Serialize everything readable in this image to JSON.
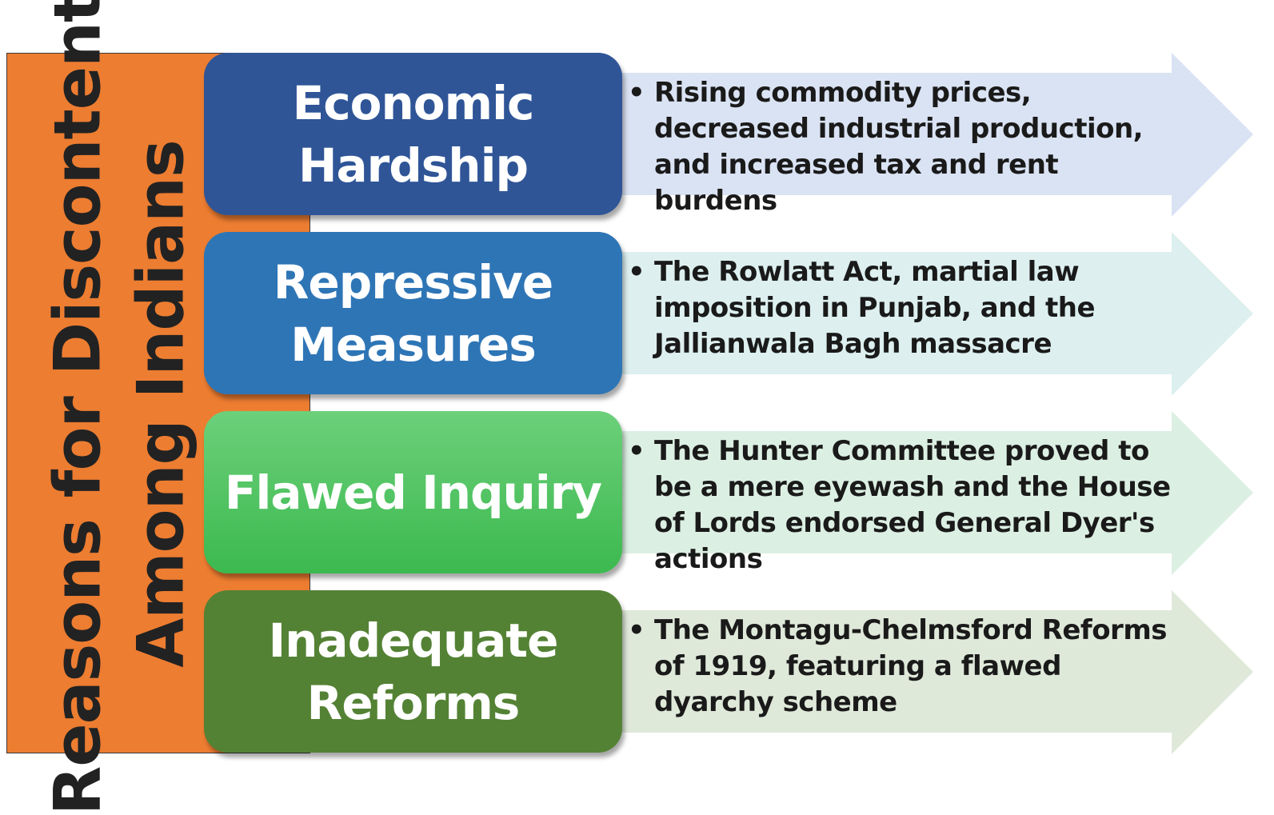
{
  "title": {
    "line1": "Reasons for Discontent",
    "line2": "Among Indians"
  },
  "colors": {
    "title_panel": "#ed7d31",
    "economic": "#2f5597",
    "repressive": "#2e75b6",
    "flawed_top": "#6cd07a",
    "flawed_bottom": "#3cb94f",
    "inadequate": "#548235",
    "arrow_economic": "#dae3f3",
    "arrow_repressive": "#ddefef",
    "arrow_flawed": "#dcefe3",
    "arrow_inadequate": "#dfe9da"
  },
  "rows": [
    {
      "label": "Economic Hardship",
      "label_lines": [
        "Economic",
        "Hardship"
      ],
      "bullet": "•",
      "detail": "Rising commodity prices, decreased industrial production, and increased tax and rent burdens"
    },
    {
      "label": "Repressive Measures",
      "label_lines": [
        "Repressive",
        "Measures"
      ],
      "bullet": "•",
      "detail": "The Rowlatt Act, martial law imposition in Punjab, and the Jallianwala Bagh massacre"
    },
    {
      "label": "Flawed Inquiry",
      "label_lines": [
        "Flawed Inquiry"
      ],
      "bullet": "•",
      "detail": "The Hunter Committee proved to be a mere eyewash and the House of Lords endorsed General Dyer's actions"
    },
    {
      "label": "Inadequate Reforms",
      "label_lines": [
        "Inadequate",
        "Reforms"
      ],
      "bullet": "•",
      "detail": "The Montagu-Chelmsford Reforms of 1919, featuring a flawed dyarchy scheme"
    }
  ]
}
